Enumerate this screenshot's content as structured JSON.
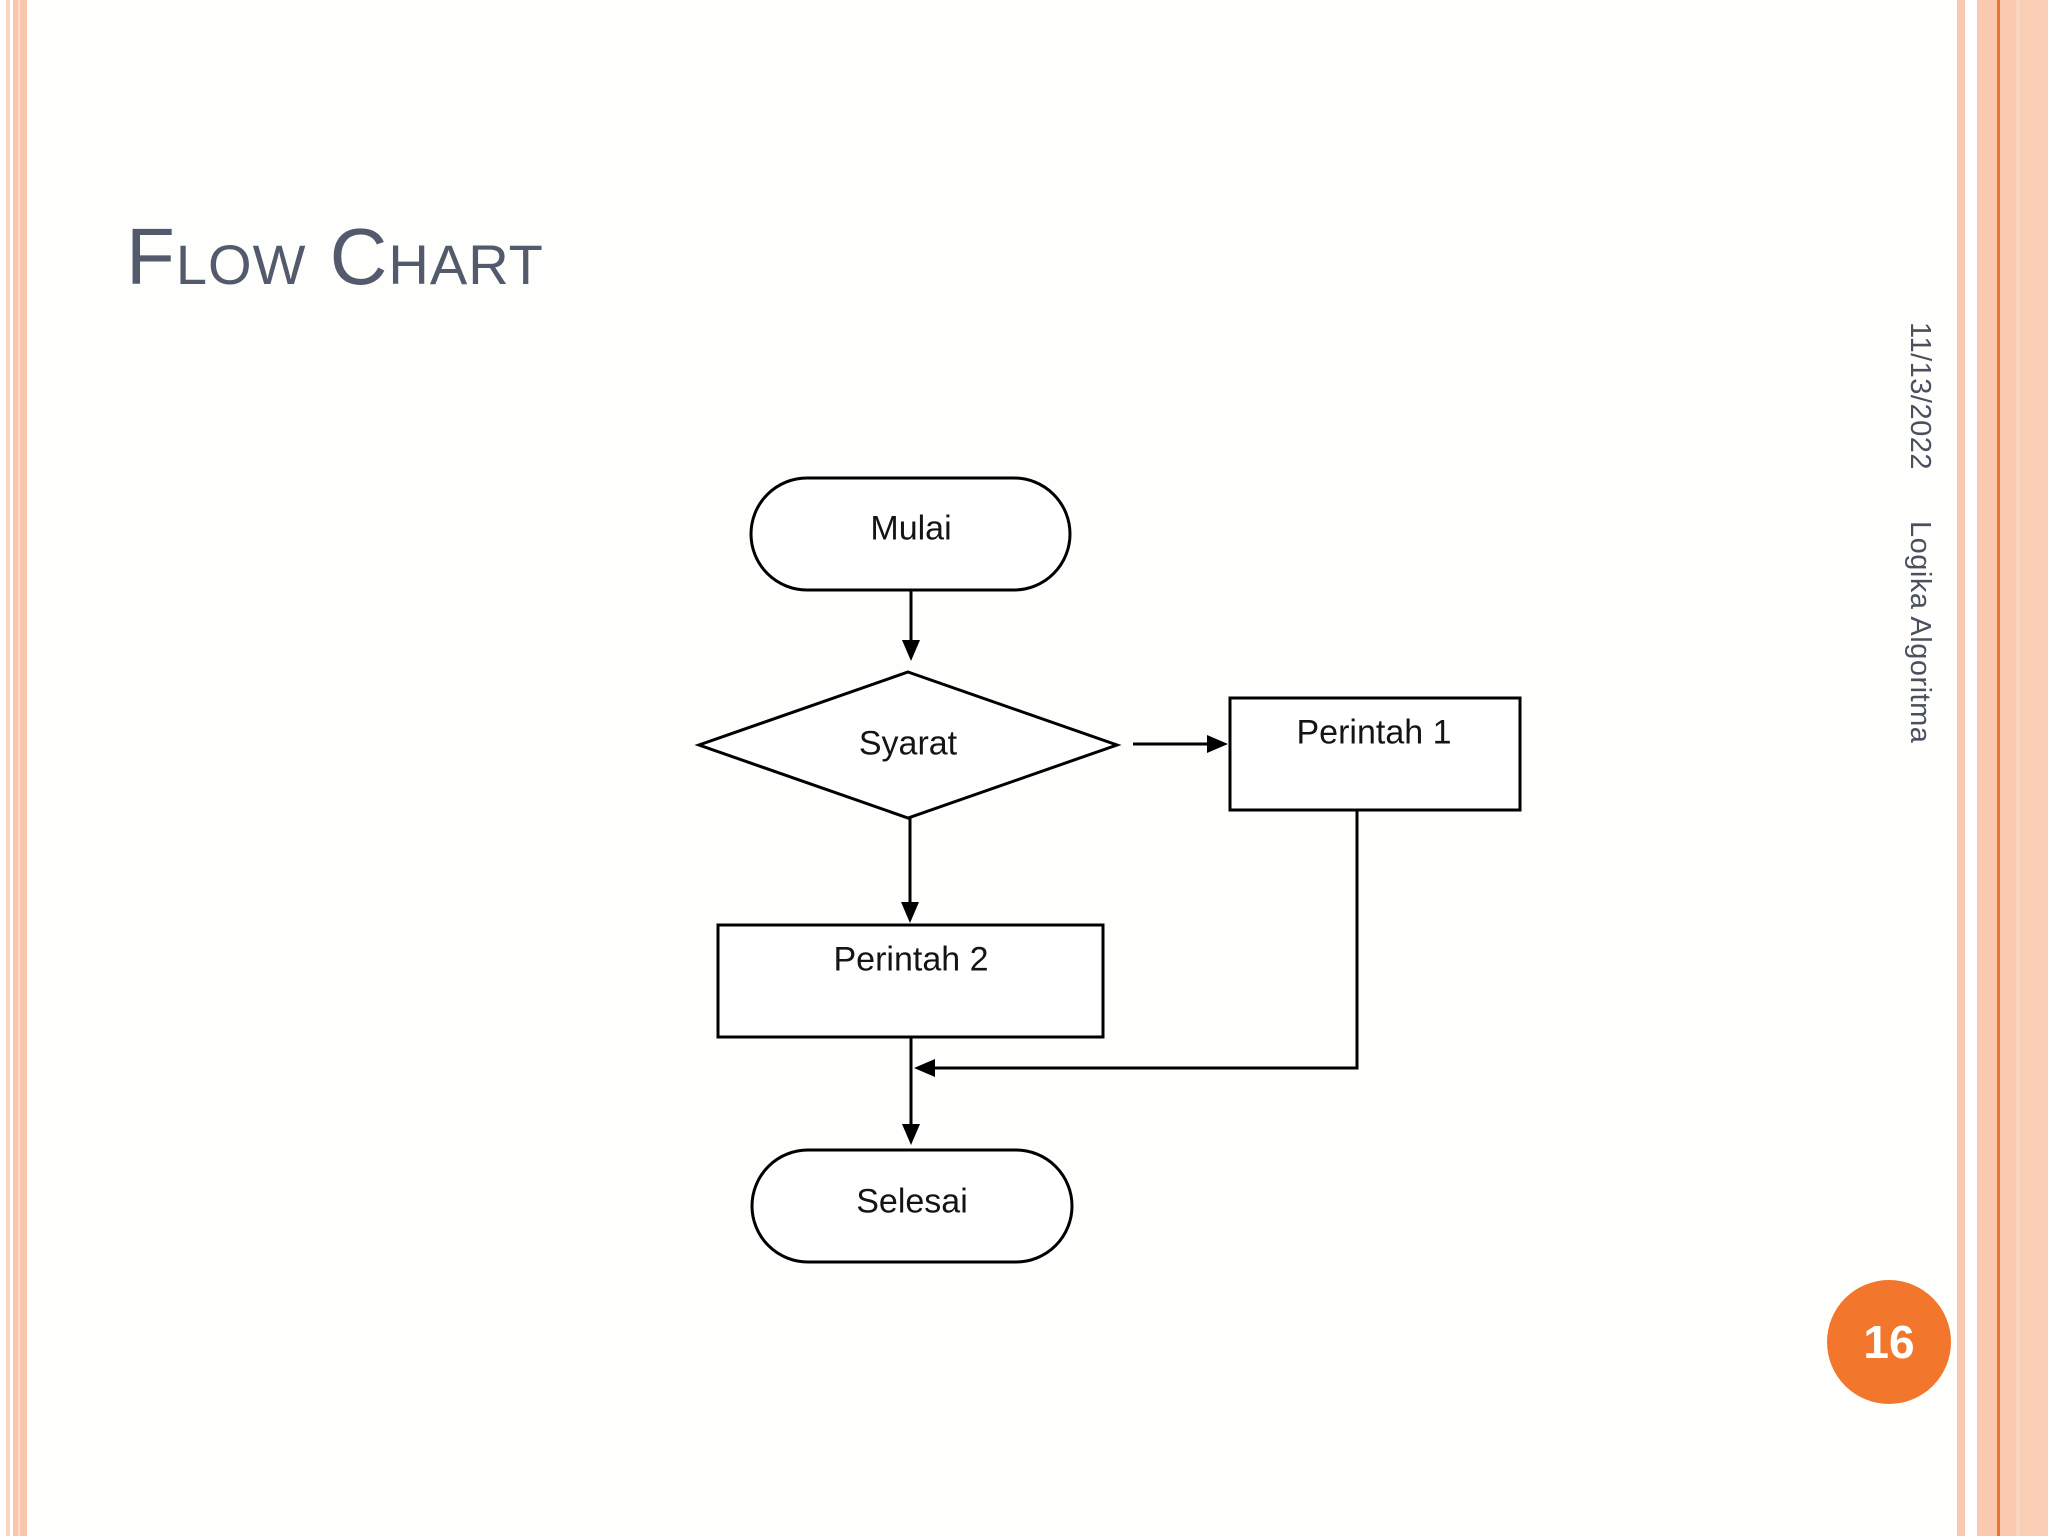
{
  "slide": {
    "title": "Flow Chart",
    "date": "11/13/2022",
    "footer": "Logika Algoritma",
    "page_number": "16"
  },
  "flowchart": {
    "nodes": [
      {
        "id": "start",
        "shape": "terminator",
        "label": "Mulai"
      },
      {
        "id": "condition",
        "shape": "decision",
        "label": "Syarat"
      },
      {
        "id": "process-1",
        "shape": "process",
        "label": "Perintah 1"
      },
      {
        "id": "process-2",
        "shape": "process",
        "label": "Perintah 2"
      },
      {
        "id": "end",
        "shape": "terminator",
        "label": "Selesai"
      }
    ],
    "edges": [
      {
        "from": "start",
        "to": "condition",
        "style": "arrow-down"
      },
      {
        "from": "condition",
        "to": "process-1",
        "style": "arrow-right"
      },
      {
        "from": "condition",
        "to": "process-2",
        "style": "arrow-down"
      },
      {
        "from": "process-1",
        "to": "end",
        "style": "elbow-merge-left"
      },
      {
        "from": "process-2",
        "to": "end",
        "style": "arrow-down"
      }
    ]
  },
  "colors": {
    "accent_orange": "#F2762B",
    "stripe_peach": "#FAC9AF",
    "stripe_dark_orange": "#ED7431",
    "title_gray": "#525A6C",
    "side_text_gray": "#4A505E",
    "diagram_line": "#000000",
    "background": "#FEFEFD"
  }
}
